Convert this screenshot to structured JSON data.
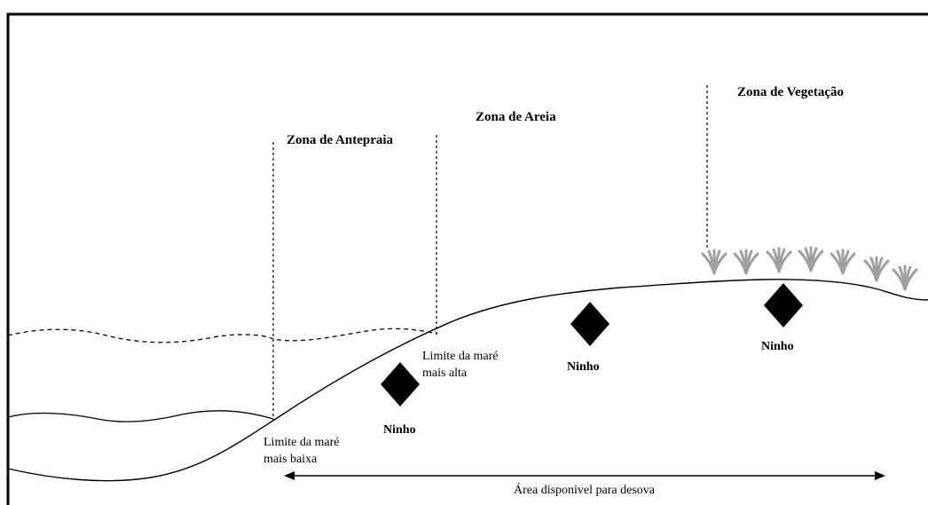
{
  "zones": {
    "foreshore": "Zona de Antepraia",
    "sand": "Zona de Areia",
    "vegetation": "Zona de Vegetação"
  },
  "tide_limits": {
    "high": [
      "Limite da maré",
      "mais alta"
    ],
    "low": [
      "Limite da maré",
      "mais baixa"
    ]
  },
  "nest_label": "Ninho",
  "spawning_area": "Área disponivel para desova",
  "colors": {
    "frame": "#000000",
    "nest": "#000000",
    "vegetation": "#a0a0a0"
  }
}
